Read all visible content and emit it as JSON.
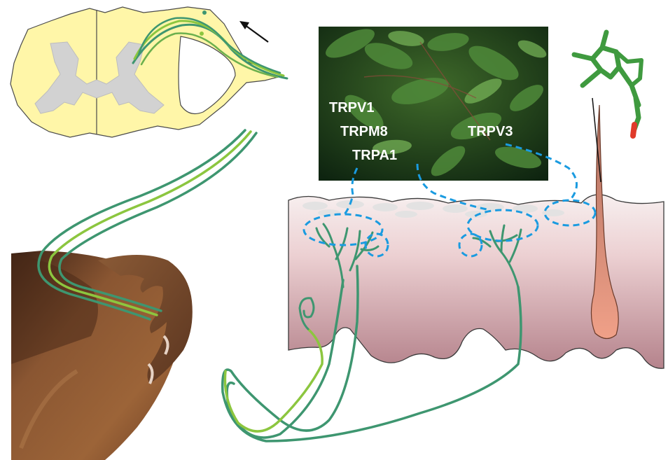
{
  "labels": {
    "trpv1": "TRPV1",
    "trpm8": "TRPM8",
    "trpa1": "TRPA1",
    "trpv3": "TRPV3"
  },
  "colors": {
    "nerve_dark": "#3e9670",
    "nerve_light": "#8cc63f",
    "receptor_dash": "#1a9be0",
    "spinal_cord": "#fff6a8",
    "gray_matter": "#d2d2d2",
    "skin_top": "#f4e6e6",
    "skin_bottom": "#b88a92",
    "hair": "#e59a80",
    "molecule": "#4aa84a",
    "molecule_oxygen": "#e03a2a"
  },
  "icons": {
    "arrow": "arrow-up-left-icon",
    "molecule": "menthol-molecule-icon",
    "leaves": "leaves-photo",
    "knee": "knee-photo"
  }
}
